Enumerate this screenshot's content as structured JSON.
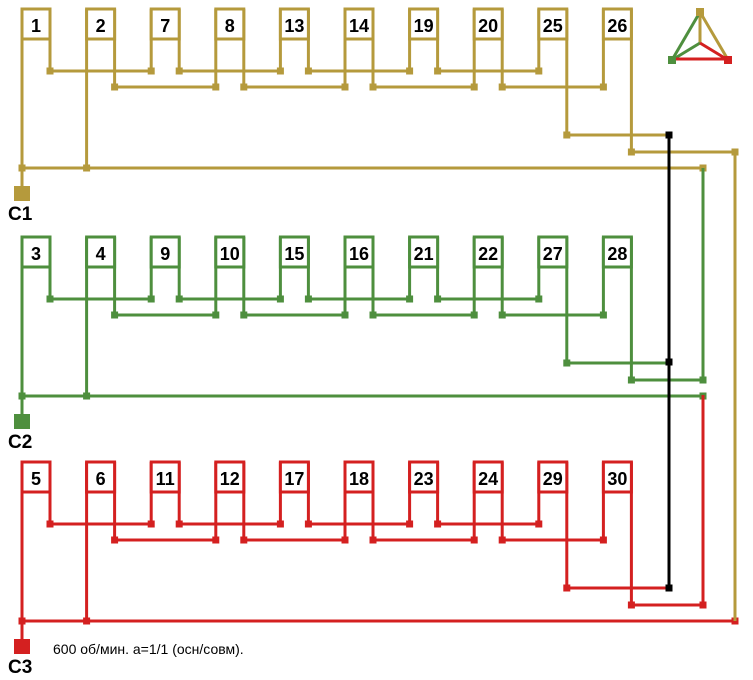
{
  "diagram": {
    "phases": [
      {
        "terminal": "C1",
        "color": "#b59a3c",
        "coils": [
          "1",
          "2",
          "7",
          "8",
          "13",
          "14",
          "19",
          "20",
          "25",
          "26"
        ]
      },
      {
        "terminal": "C2",
        "color": "#4e8f3e",
        "coils": [
          "3",
          "4",
          "9",
          "10",
          "15",
          "16",
          "21",
          "22",
          "27",
          "28"
        ]
      },
      {
        "terminal": "C3",
        "color": "#d42020",
        "coils": [
          "5",
          "6",
          "11",
          "12",
          "17",
          "18",
          "23",
          "24",
          "29",
          "30"
        ]
      }
    ],
    "star_color": "#000000",
    "note": "600 об/мин. a=1/1 (осн/совм)."
  }
}
